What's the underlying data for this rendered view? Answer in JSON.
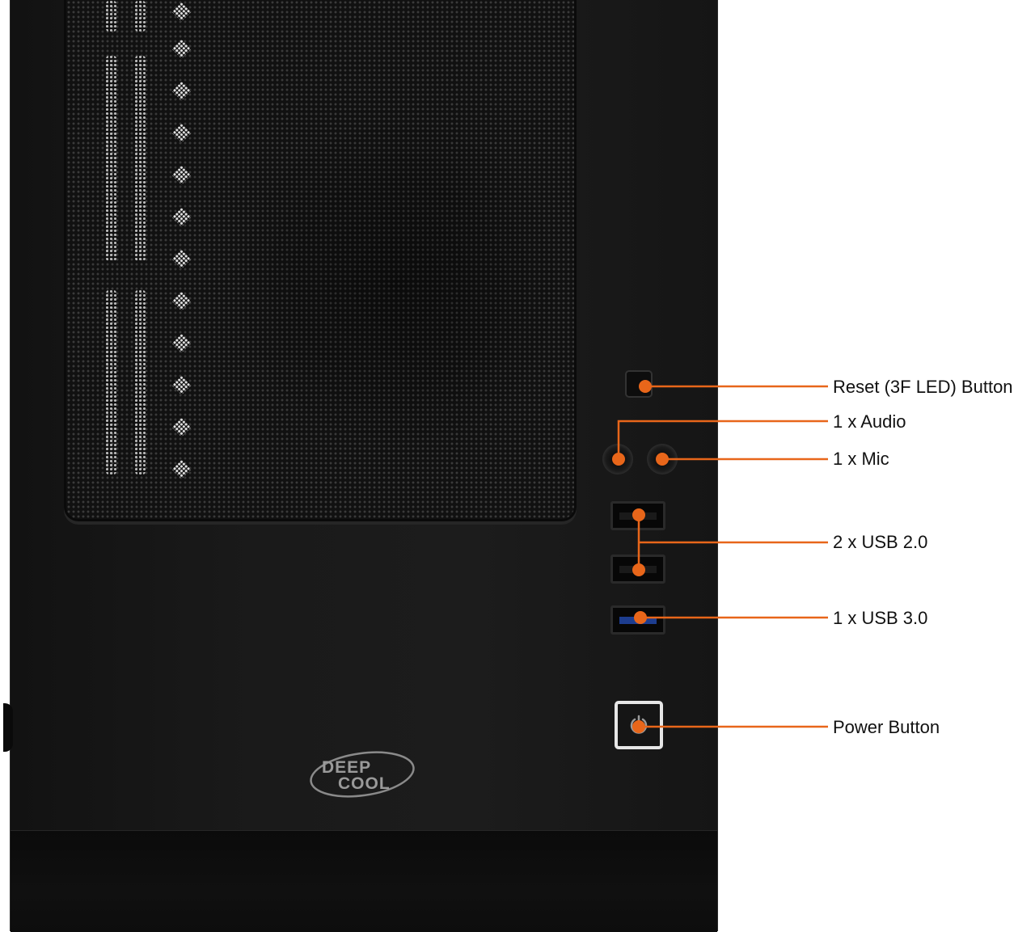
{
  "brand": {
    "logo_text_line1": "DEEP",
    "logo_text_line2": "COOL"
  },
  "accent_color": "#e8661a",
  "callouts": [
    {
      "id": "reset",
      "label": "Reset (3F LED) Button"
    },
    {
      "id": "audio",
      "label": "1 x Audio"
    },
    {
      "id": "mic",
      "label": "1 x Mic"
    },
    {
      "id": "usb2",
      "label": "2 x USB 2.0"
    },
    {
      "id": "usb3",
      "label": "1 x USB 3.0"
    },
    {
      "id": "power",
      "label": "Power Button"
    }
  ],
  "icons": {
    "power": "power-icon"
  }
}
